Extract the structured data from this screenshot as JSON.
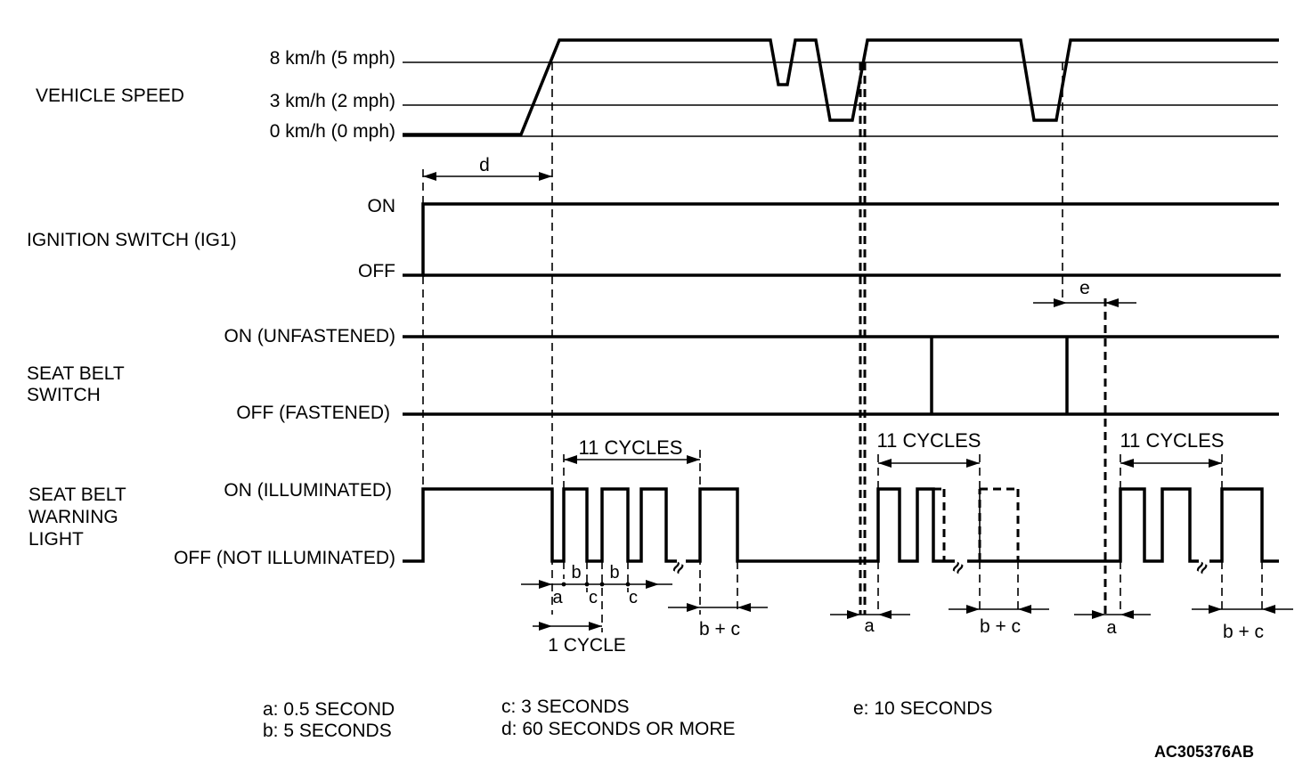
{
  "rows": {
    "vehicle_speed": {
      "name": "VEHICLE SPEED",
      "levels": [
        "8 km/h (5 mph)",
        "3 km/h (2 mph)",
        "0 km/h (0 mph)"
      ]
    },
    "ignition": {
      "name": "IGNITION SWITCH (IG1)",
      "levels": [
        "ON",
        "OFF"
      ]
    },
    "seat_belt_switch": {
      "name_lines": [
        "SEAT BELT",
        "SWITCH"
      ],
      "levels": [
        "ON (UNFASTENED)",
        "OFF (FASTENED)"
      ]
    },
    "warning_light": {
      "name_lines": [
        "SEAT BELT",
        "WARNING",
        "LIGHT"
      ],
      "levels": [
        "ON (ILLUMINATED)",
        "OFF (NOT ILLUMINATED)"
      ]
    }
  },
  "annotations": {
    "d": "d",
    "e": "e",
    "a": "a",
    "b": "b",
    "c": "c",
    "one_cycle": "1 CYCLE",
    "eleven_cycles": "11 CYCLES",
    "b_plus_c": "b + c",
    "break_mark": "≈"
  },
  "legend": {
    "a": "a: 0.5 SECOND",
    "b": "b: 5 SECONDS",
    "c": "c: 3 SECONDS",
    "d": "d: 60 SECONDS  OR MORE",
    "e": "e: 10 SECONDS"
  },
  "figure_id": "AC305376AB"
}
